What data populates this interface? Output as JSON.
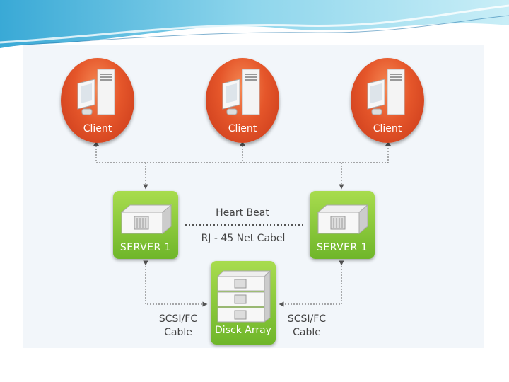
{
  "clients": [
    {
      "label": "Client"
    },
    {
      "label": "Client"
    },
    {
      "label": "Client"
    }
  ],
  "servers": [
    {
      "label": "SERVER 1"
    },
    {
      "label": "SERVER 1"
    }
  ],
  "disk_array": {
    "label": "Disck Array"
  },
  "heartbeat": {
    "label": "Heart Beat"
  },
  "net_cable": {
    "label": "RJ - 45 Net Cabel"
  },
  "scsi_left": {
    "line1": "SCSI/FC",
    "line2": "Cable"
  },
  "scsi_right": {
    "line1": "SCSI/FC",
    "line2": "Cable"
  },
  "colors": {
    "client": "#e5562a",
    "server": "#8cc83c",
    "header": "#5bc0e0"
  }
}
